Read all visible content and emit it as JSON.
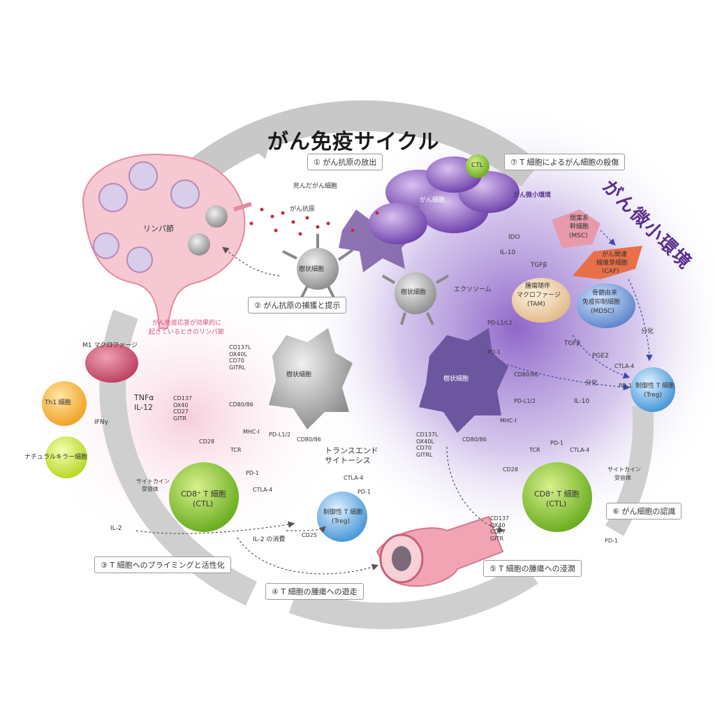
{
  "title": "がん免疫サイクル",
  "tme_title": "がん微小環境",
  "steps": {
    "s1": "① がん抗原の放出",
    "s2": "② がん抗原の捕獲と提示",
    "s3": "③ T 細胞へのプライミングと活性化",
    "s4": "④ T 細胞の腫瘍への遊走",
    "s5": "⑤ T 細胞の腫瘍への浸潤",
    "s6": "⑥ がん細胞の認識",
    "s7": "⑦ T 細胞によるがん細胞の殺傷"
  },
  "labels": {
    "lymph_node": "リンパ節",
    "lymph_note_1": "がん免疫応答が効果的に",
    "lymph_note_2": "起きているときのリンパ節",
    "dead_cancer": "死んだがん細胞",
    "cancer_antigen": "がん抗原",
    "cancer_cell": "がん細胞",
    "dendritic_1": "樹状細胞",
    "dendritic_2": "樹状細胞",
    "dendritic_3": "樹状細胞",
    "dendritic_4": "樹状細胞",
    "ctl_top": "CTL",
    "tme_small": "がん微小環境",
    "msc_1": "間葉系",
    "msc_2": "幹細胞",
    "msc_3": "(MSC)",
    "caf_1": "がん関連",
    "caf_2": "線維芽細胞",
    "caf_3": "(CAF)",
    "ido": "IDO",
    "il10_a": "IL-10",
    "tgfb_a": "TGFβ",
    "exosome": "エクソソーム",
    "tam_1": "腫瘍随伴",
    "tam_2": "マクロファージ",
    "tam_3": "(TAM)",
    "mdsc_1": "骨髄由来",
    "mdsc_2": "免疫抑制細胞",
    "mdsc_3": "(MDSC)",
    "bunka_1": "分化",
    "bunka_2": "分化",
    "tgfb_b": "TGFβ",
    "pge2": "PGE2",
    "il10_b": "IL-10",
    "pdl1l2": "PD-L1/L2",
    "m1": "M1 マクロファージ",
    "th1": "Th1 細胞",
    "nk": "ナチュラルキラー細胞",
    "tnfa": "TNFα",
    "il12": "IL-12",
    "ifng": "IFNγ",
    "il2": "IL-2",
    "il2_consume": "IL-2 の消費",
    "cytokine_rec_l1": "サイトカイン",
    "cytokine_rec_l2": "受容体",
    "cytokine_rec_r1": "サイトカイン",
    "cytokine_rec_r2": "受容体",
    "ctl_left_1": "CD8⁺ T 細胞",
    "ctl_left_2": "(CTL)",
    "ctl_right_1": "CD8⁺ T 細胞",
    "ctl_right_2": "(CTL)",
    "treg_left_1": "制御性 T 細胞",
    "treg_left_2": "(Treg)",
    "treg_right_1": "制御性 T 細胞",
    "treg_right_2": "(Treg)",
    "transend_1": "トランスエンド",
    "transend_2": "サイトーシス",
    "cd25": "CD25",
    "cd28_l": "CD28",
    "cd28_r": "CD28",
    "tcr_l": "TCR",
    "tcr_r": "TCR",
    "mhc1_l": "MHC-I",
    "mhc1_r": "MHC-I",
    "cd8086_l1": "CD80/86",
    "cd8086_l2": "CD80/86",
    "cd8086_r1": "CD80/86",
    "cd8086_r2": "CD80/86",
    "pdl12_l": "PD-L1/2",
    "pdl12_r": "PD-L1/2",
    "pd1_l": "PD-1",
    "pd1_r": "PD-1",
    "pd1_r2": "PD-1",
    "pd1_treg_l": "PD-1",
    "pd1_treg_r": "PD-1",
    "pd1_bottom": "PD-1",
    "ctla4_l": "CTLA-4",
    "ctla4_treg_l": "CTLA-4",
    "ctla4_r": "CTLA-4",
    "ctla4_treg_r": "CTLA-4"
  },
  "stacks": {
    "dc_left_ligands": [
      "CD137L",
      "OX40L",
      "CD70",
      "GITRL"
    ],
    "ctl_left_receptors": [
      "CD137",
      "OX40",
      "CD27",
      "GITR"
    ],
    "dc_right_ligands": [
      "CD137L",
      "OX40L",
      "CD70",
      "GITRL"
    ],
    "ctl_right_receptors": [
      "CD137",
      "OX40",
      "CD27",
      "GITR"
    ]
  },
  "colors": {
    "cycle_arrow": "#c4c4c4",
    "tme_purple": "#8a5cc4",
    "tme_title": "#5a2d8c",
    "lymph_pink": "#f2b3c2",
    "ctl_green": "#8cc43c",
    "treg_blue": "#5aa8e0",
    "cancer_purple": "#7a4cb4",
    "dc_gray": "#9a9a9a",
    "antigen_red": "#c8283c"
  }
}
